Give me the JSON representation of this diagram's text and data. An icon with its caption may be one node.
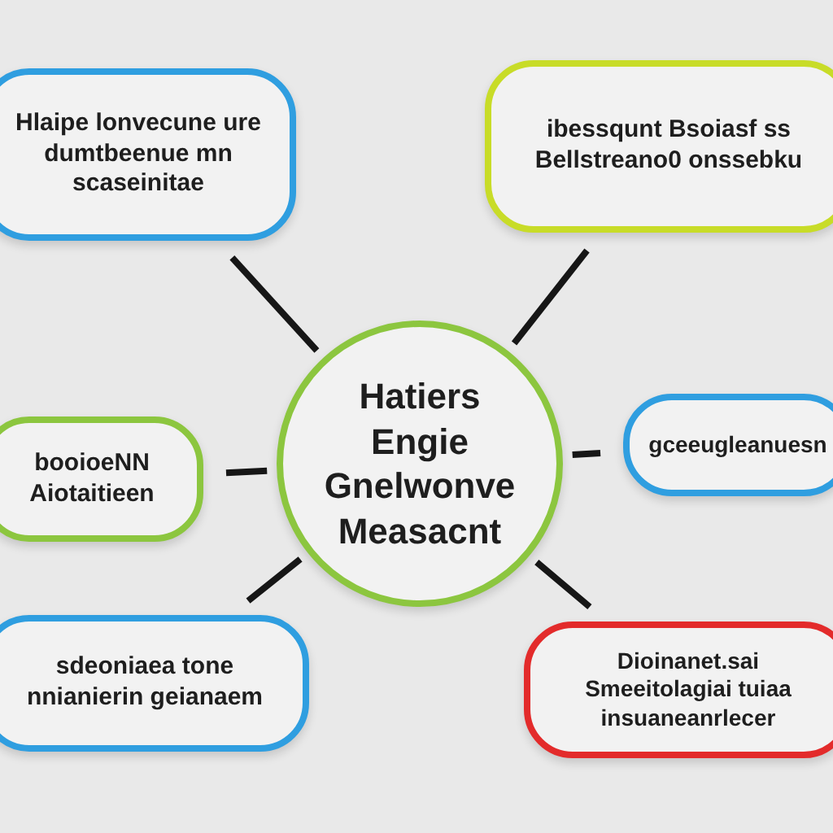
{
  "diagram": {
    "nodes": [
      {
        "text": [
          "Hatiers Engie Gnelwonve Measacnt"
        ]
      },
      {
        "text": [
          "Hlaipe lonvecune ure dumtbeenue mn scaseinitae"
        ]
      },
      {
        "text": [
          "ibessqunt Bsoiasf ss Bellstreano0 onssebku"
        ]
      },
      {
        "text": [
          "booioeNN Aiotaitieen"
        ]
      },
      {
        "text": [
          "gceeugleanuesn"
        ]
      },
      {
        "text": [
          "sdeoniaea tone nnianierin geianaem"
        ]
      },
      {
        "text": [
          "Dioinanet.sai Smeeitolagiai tuiaa insuaneanrlecer"
        ]
      }
    ],
    "edges": [
      {
        "from": 0,
        "to": 1,
        "arrow": "none"
      },
      {
        "from": 0,
        "to": 2,
        "arrow": "none"
      },
      {
        "from": 0,
        "to": 3,
        "arrow": "none"
      },
      {
        "from": 0,
        "to": 4,
        "arrow": "none"
      },
      {
        "from": 0,
        "to": 5,
        "arrow": "none"
      },
      {
        "from": 0,
        "to": 6,
        "arrow": "none"
      }
    ]
  }
}
